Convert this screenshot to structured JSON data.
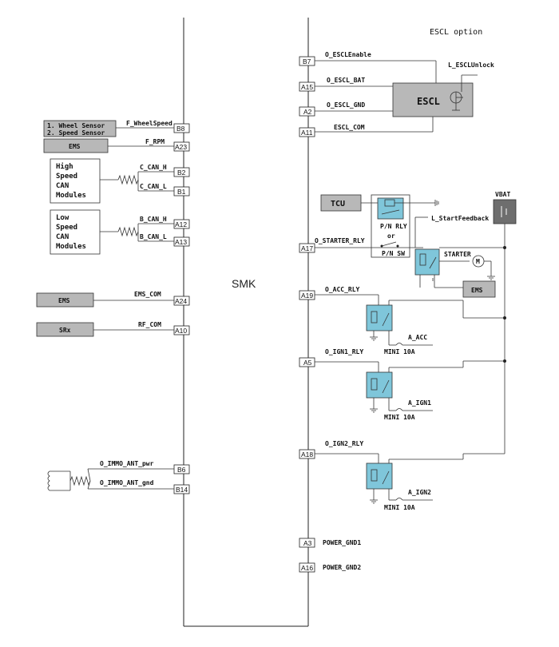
{
  "module_label": "SMK",
  "escl_option_label": "ESCL option",
  "left_pins": [
    {
      "pin": "B8",
      "signal": "F_WheelSpeed"
    },
    {
      "pin": "A23",
      "signal": "F_RPM"
    },
    {
      "pin": "B2",
      "signal": "C_CAN_H"
    },
    {
      "pin": "B1",
      "signal": "C_CAN_L"
    },
    {
      "pin": "A12",
      "signal": "B_CAN_H"
    },
    {
      "pin": "A13",
      "signal": "B_CAN_L"
    },
    {
      "pin": "A24",
      "signal": "EMS_COM"
    },
    {
      "pin": "A10",
      "signal": "RF_COM"
    },
    {
      "pin": "B6",
      "signal": "O_IMMO_ANT_pwr"
    },
    {
      "pin": "B14",
      "signal": "O_IMMO_ANT_gnd"
    }
  ],
  "right_pins": [
    {
      "pin": "B7",
      "signal": "O_ESCLEnable"
    },
    {
      "pin": "A15",
      "signal": "O_ESCL_BAT"
    },
    {
      "pin": "A2",
      "signal": "O_ESCL_GND"
    },
    {
      "pin": "A11",
      "signal": "ESCL_COM"
    },
    {
      "pin": "A17",
      "signal": "O_STARTER_RLY"
    },
    {
      "pin": "A19",
      "signal": "O_ACC_RLY"
    },
    {
      "pin": "A5",
      "signal": "O_IGN1_RLY"
    },
    {
      "pin": "A18",
      "signal": "O_IGN2_RLY"
    },
    {
      "pin": "A3",
      "signal": "POWER_GND1"
    },
    {
      "pin": "A16",
      "signal": "POWER_GND2"
    }
  ],
  "left_boxes": {
    "wheel_sensor_line1": "1. Wheel Sensor",
    "wheel_sensor_line2": "2. Speed Sensor",
    "ems_top": "EMS",
    "hs_can": [
      "High",
      "Speed",
      "CAN",
      "Modules"
    ],
    "ls_can": [
      "Low",
      "Speed",
      "CAN",
      "Modules"
    ],
    "ems_mid": "EMS",
    "srx": "SRx"
  },
  "right_components": {
    "escl": "ESCL",
    "escl_unlock": "L_ESCLUnlock",
    "tcu": "TCU",
    "vbat": "VBAT",
    "pn_line1": "P/N RLY",
    "pn_line2": "or",
    "pn_line3": "P/N SW",
    "start_feedback": "L_StartFeedback",
    "starter": "STARTER",
    "motor": "M",
    "ems_right": "EMS",
    "a_acc": "A_ACC",
    "a_ign1": "A_IGN1",
    "a_ign2": "A_IGN2",
    "fuse_acc": "MINI 10A",
    "fuse_ign1": "MINI 10A",
    "fuse_ign2": "MINI 10A"
  }
}
